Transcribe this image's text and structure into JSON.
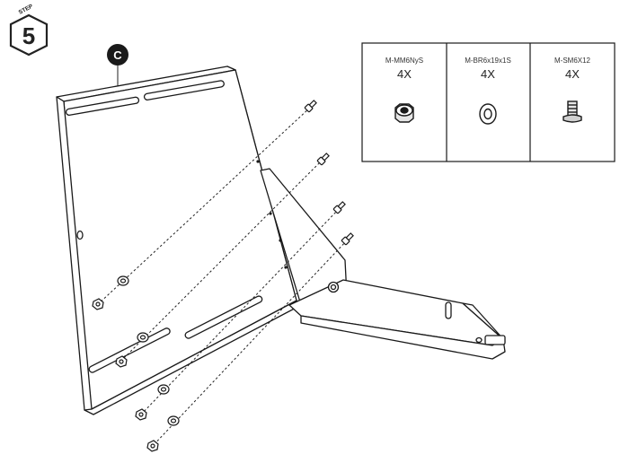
{
  "step": {
    "caption": "STEP",
    "number": "5"
  },
  "part_label": "C",
  "hardware": [
    {
      "code": "M-MM6NyS",
      "qty": "4X",
      "icon": "nylon-lock-nut-icon"
    },
    {
      "code": "M-BR6x19x1S",
      "qty": "4X",
      "icon": "flat-washer-icon"
    },
    {
      "code": "M-SM6X12",
      "qty": "4X",
      "icon": "button-head-screw-icon"
    }
  ],
  "colors": {
    "line": "#1a1a1a",
    "badge": "#1a1a1a",
    "panel_face": "#ffffff"
  }
}
